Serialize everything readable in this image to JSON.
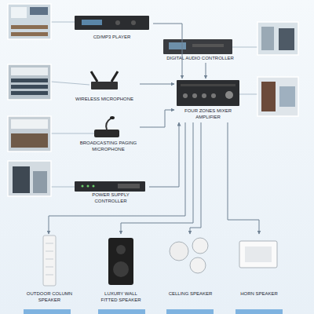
{
  "diagram": {
    "nodes": [
      {
        "text": [
          "CD/MP3 PLAYER"
        ]
      },
      {
        "text": [
          "DIGITAL AUDIO CONTROLLER"
        ]
      },
      {
        "text": [
          "WIRELESS MICROPHONE"
        ]
      },
      {
        "text": [
          "FOUR ZONES MIXER AMPLIFIER"
        ]
      },
      {
        "text": [
          "BROADCASTING PAGING MICROPHONE"
        ]
      },
      {
        "text": [
          "POWER SUPPLY CONTROLLER"
        ]
      },
      {
        "text": [
          "OUTDOOR COLUMN SPEAKER"
        ]
      },
      {
        "text": [
          "LUXURY WALL FITTED SPEAKER"
        ]
      },
      {
        "text": [
          "CELLING SPEAKER"
        ]
      },
      {
        "text": [
          "HORN SPEAKER"
        ]
      }
    ],
    "edges": [
      {
        "from": 0,
        "to": 3,
        "arrow": "to"
      },
      {
        "from": 1,
        "to": 3,
        "arrow": "to"
      },
      {
        "from": 2,
        "to": 3,
        "arrow": "to"
      },
      {
        "from": 4,
        "to": 3,
        "arrow": "to"
      },
      {
        "from": 5,
        "to": 3,
        "arrow": "to"
      },
      {
        "from": 3,
        "to": 6,
        "arrow": "to"
      },
      {
        "from": 3,
        "to": 7,
        "arrow": "to"
      },
      {
        "from": 3,
        "to": 8,
        "arrow": "to"
      },
      {
        "from": 3,
        "to": 9,
        "arrow": "to"
      }
    ]
  }
}
